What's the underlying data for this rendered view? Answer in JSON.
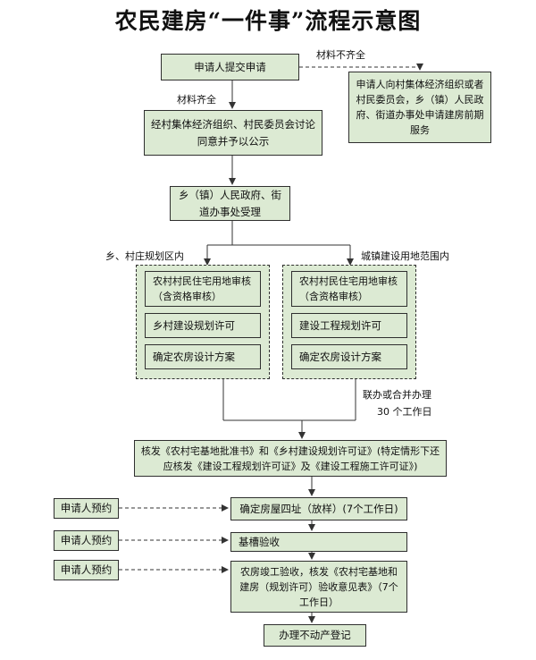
{
  "title": "农民建房“一件事”流程示意图",
  "steps": {
    "submit": "申请人提交申请",
    "pre_service": "申请人向村集体经济组织或者村民委员会，乡（镇）人民政府、街道办事处申请建房前期服务",
    "village_discuss": "经村集体经济组织、村民委员会讨论同意并予以公示",
    "town_accept": "乡（镇）人民政府、街道办事处受理",
    "left_review": "农村村民住宅用地审核（含资格审核）",
    "left_permit": "乡村建设规划许可",
    "left_design": "确定农房设计方案",
    "right_review": "农村村民住宅用地审核（含资格审核）",
    "right_permit": "建设工程规划许可",
    "right_design": "确定农房设计方案",
    "issue_cert": "核发《农村宅基地批准书》和《乡村建设规划许可证》(特定情形下还应核发《建设工程规划许可证》及《建设工程施工许可证》)",
    "site_fix": "确定房屋四址（放样）(7个工作日)",
    "foundation": "基槽验收",
    "completion": "农房竣工验收，核发《农村宅基地和建房（规划许可）验收意见表》（7个工作日）",
    "register": "办理不动产登记"
  },
  "labels": {
    "materials_incomplete": "材料不齐全",
    "materials_complete": "材料齐全",
    "village_planning_area": "乡、村庄规划区内",
    "town_construction_area": "城镇建设用地范围内",
    "joint_processing": "联办或合并办理",
    "workdays_30": "30 个工作日"
  },
  "appointments": [
    "申请人预约",
    "申请人预约",
    "申请人预约"
  ],
  "colors": {
    "box_fill": "#dcead3",
    "border": "#2f2f2f",
    "line": "#333333"
  }
}
